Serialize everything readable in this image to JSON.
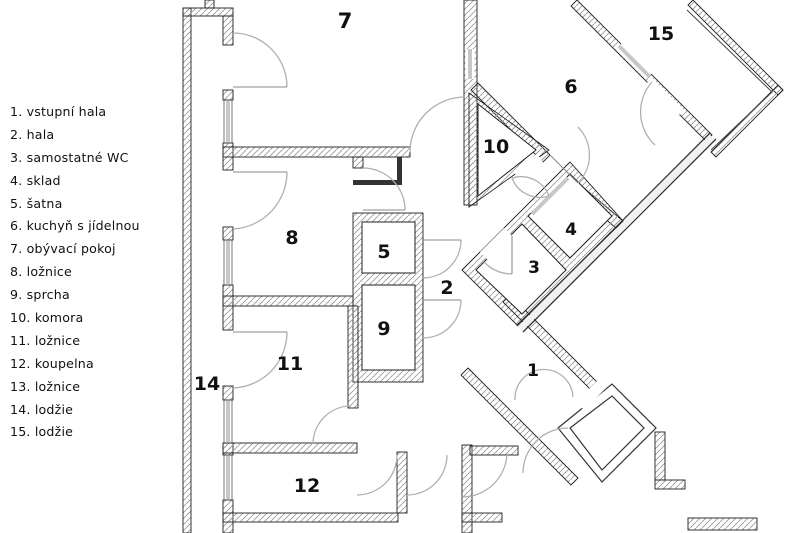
{
  "legend": {
    "items": [
      "1. vstupní hala",
      "2. hala",
      "3. samostatné WC",
      "4. sklad",
      "5. šatna",
      "6. kuchyň s jídelnou",
      "7. obývací pokoj",
      "8. ložnice",
      "9. sprcha",
      "10. komora",
      "11. ložnice",
      "12. koupelna",
      "13. ložnice",
      "14. lodžie",
      "15. lodžie"
    ]
  },
  "plan": {
    "labels": {
      "r1": "1",
      "r2": "2",
      "r3": "3",
      "r4": "4",
      "r5": "5",
      "r6": "6",
      "r7": "7",
      "r8": "8",
      "r9": "9",
      "r10": "10",
      "r11": "11",
      "r12": "12",
      "r14": "14",
      "r15": "15"
    }
  },
  "colors": {
    "wall_line": "#1f1f1f",
    "hatch": "#9a9a9a",
    "door_arc": "#b0b0b0",
    "window": "#cccccc",
    "background": "#ffffff",
    "text": "#111111"
  }
}
